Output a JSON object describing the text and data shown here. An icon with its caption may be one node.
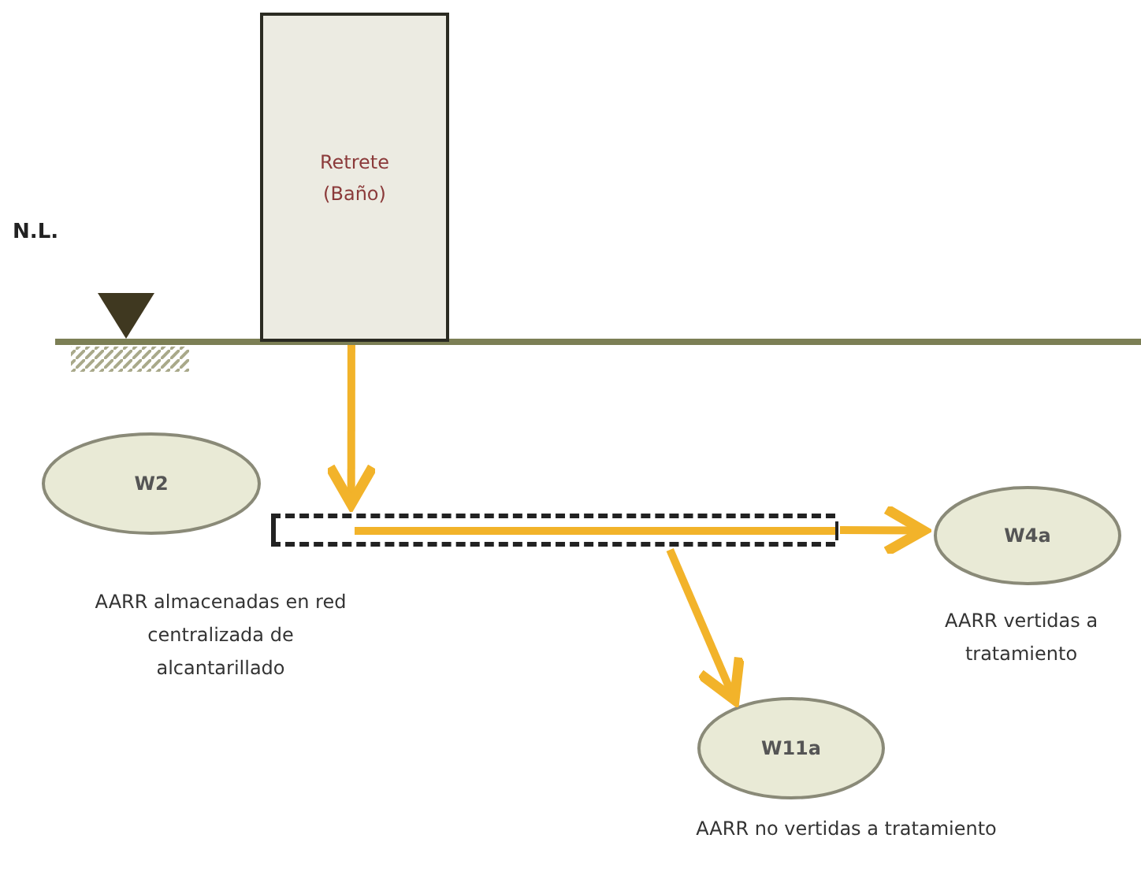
{
  "diagram": {
    "nodes": [
      {
        "text": [
          "Retrete (Baño)"
        ]
      },
      {
        "text": [
          "W2"
        ],
        "beside": [
          "AARR almacenadas en red centralizada de alcantarillado"
        ]
      },
      {
        "text": [],
        "shape": "box"
      },
      {
        "text": [
          "W4a"
        ],
        "beside": [
          "AARR vertidas a tratamiento"
        ]
      },
      {
        "text": [
          "W11a"
        ],
        "beside": [
          "AARR no vertidas a tratamiento"
        ]
      }
    ],
    "edges": [
      {
        "from": 0,
        "to": 2,
        "arrow": "to"
      },
      {
        "from": 2,
        "to": 3,
        "arrow": "to"
      },
      {
        "from": 2,
        "to": 4,
        "arrow": "to"
      }
    ],
    "labels": [
      "N.L."
    ]
  }
}
